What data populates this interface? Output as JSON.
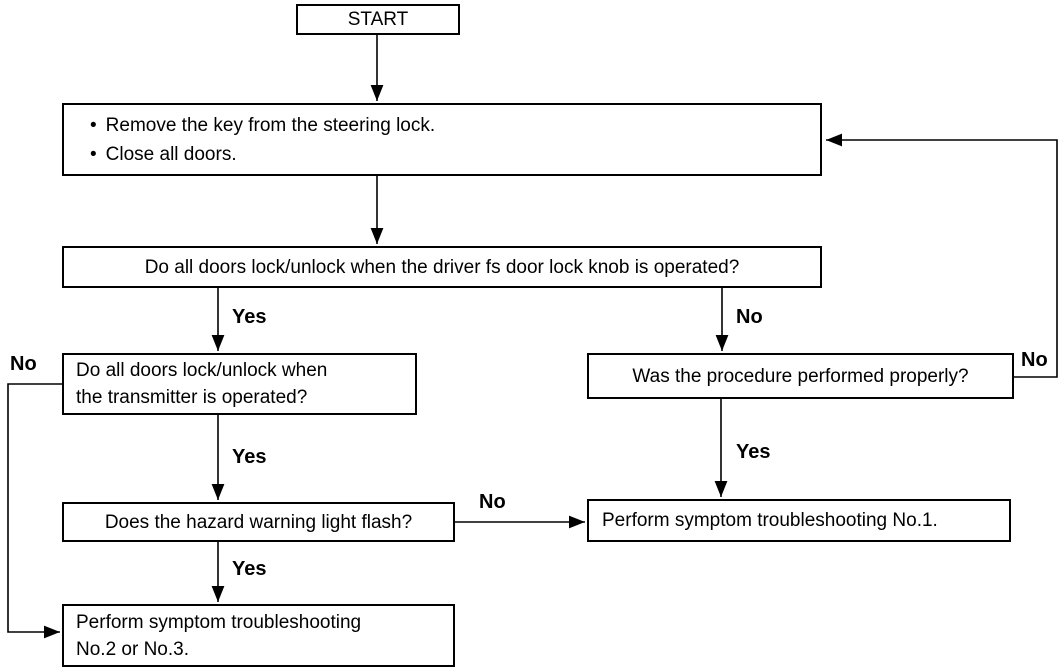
{
  "flowchart": {
    "nodes": {
      "start": {
        "label": "START"
      },
      "prep": {
        "bullet": "•",
        "items": [
          "Remove the key from the steering lock.",
          "Close all doors."
        ]
      },
      "q_knob": {
        "label": "Do all doors lock/unlock when the driver fs door lock knob is operated?"
      },
      "q_transmitter": {
        "lines": [
          "Do all doors lock/unlock when",
          "the transmitter is operated?"
        ]
      },
      "q_procedure": {
        "label": "Was the procedure performed properly?"
      },
      "q_hazard": {
        "label": "Does the hazard warning light flash?"
      },
      "result_no1": {
        "label": "Perform symptom troubleshooting No.1."
      },
      "result_no2_no3": {
        "lines": [
          "Perform symptom troubleshooting",
          "No.2 or No.3."
        ]
      }
    },
    "edge_labels": {
      "knob_yes": "Yes",
      "knob_no": "No",
      "transmitter_yes": "Yes",
      "transmitter_no": "No",
      "procedure_yes": "Yes",
      "procedure_no": "No",
      "hazard_yes": "Yes",
      "hazard_no": "No"
    },
    "colors": {
      "line": "#000000",
      "text": "#000000",
      "background": "#ffffff"
    }
  }
}
